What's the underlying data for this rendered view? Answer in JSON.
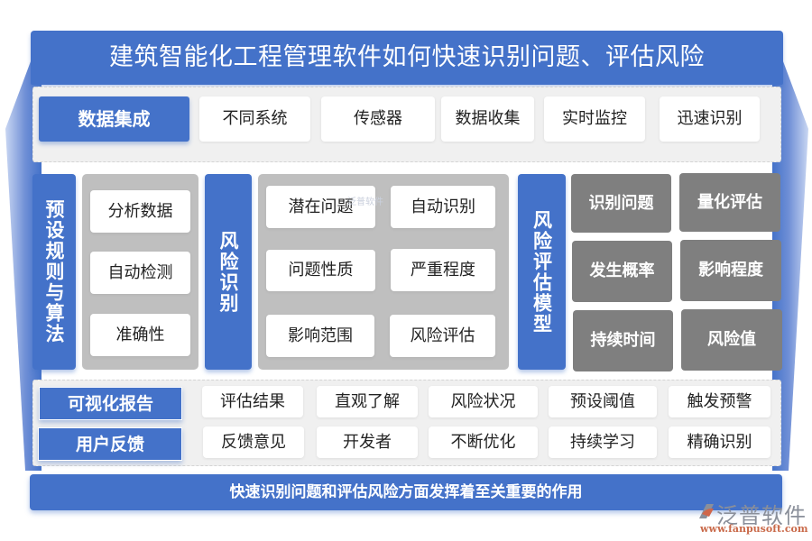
{
  "title": "建筑智能化工程管理软件如何快速识别问题、评估风险",
  "data_integration": {
    "label": "数据集成",
    "items": [
      "不同系统",
      "传感器",
      "数据收集",
      "实时监控",
      "迅速识别"
    ]
  },
  "preset_rules": {
    "label": "预设规则与算法",
    "items": [
      "分析数据",
      "自动检测",
      "准确性"
    ]
  },
  "risk_identification": {
    "label": "风险识别",
    "items": [
      "潜在问题",
      "自动识别",
      "问题性质",
      "严重程度",
      "影响范围",
      "风险评估"
    ]
  },
  "risk_model": {
    "label": "风险评估模型",
    "items": [
      "识别问题",
      "量化评估",
      "发生概率",
      "影响程度",
      "持续时间",
      "风险值"
    ]
  },
  "visual_report": {
    "label": "可视化报告",
    "items": [
      "评估结果",
      "直观了解",
      "风险状况",
      "预设阈值",
      "触发预警"
    ]
  },
  "user_feedback": {
    "label": "用户反馈",
    "items": [
      "反馈意见",
      "开发者",
      "不断优化",
      "持续学习",
      "精确识别"
    ]
  },
  "footer": "快速识别问题和评估风险方面发挥着至关重要的作用",
  "brand": {
    "name": "泛普软件",
    "url": "www.fanpusoft.com",
    "watermark": "泛普软件"
  },
  "colors": {
    "primary_blue": "#4472c9",
    "panel_gray": "#f0f0f0",
    "box_gray": "#bfbfbf",
    "chip_dark_gray": "#7f7f7f",
    "logo_orange": "#c96a4a"
  }
}
